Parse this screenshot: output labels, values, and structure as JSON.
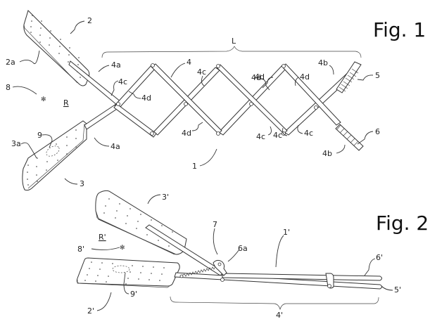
{
  "figures": [
    {
      "title": "Fig. 1",
      "labels": {
        "device": "1",
        "pad_upper": "2",
        "pad_upper_surface": "2a",
        "pad_lower": "3",
        "pad_lower_surface": "3a",
        "linkage": "4",
        "arm_end_upper": "4a",
        "arm_end_lower": "4a",
        "handle_end_upper": "4b",
        "handle_end_lower": "4b",
        "bar_c": [
          "4c",
          "4c",
          "4c",
          "4c",
          "4c"
        ],
        "bar_d": [
          "4d",
          "4d",
          "4d",
          "4d",
          "4d"
        ],
        "handle_upper": "5",
        "handle_lower": "6",
        "insect": "8",
        "opening": "9",
        "region": "R",
        "length": "L"
      }
    },
    {
      "title": "Fig. 2",
      "labels": {
        "device": "1'",
        "pad_lower": "2'",
        "pad_upper": "3'",
        "linkage": "4'",
        "handle_lower": "5'",
        "handle_upper": "6'",
        "trigger": "6a",
        "spring_mechanism": "7",
        "insect": "8'",
        "opening": "9'",
        "region": "R'"
      }
    }
  ]
}
